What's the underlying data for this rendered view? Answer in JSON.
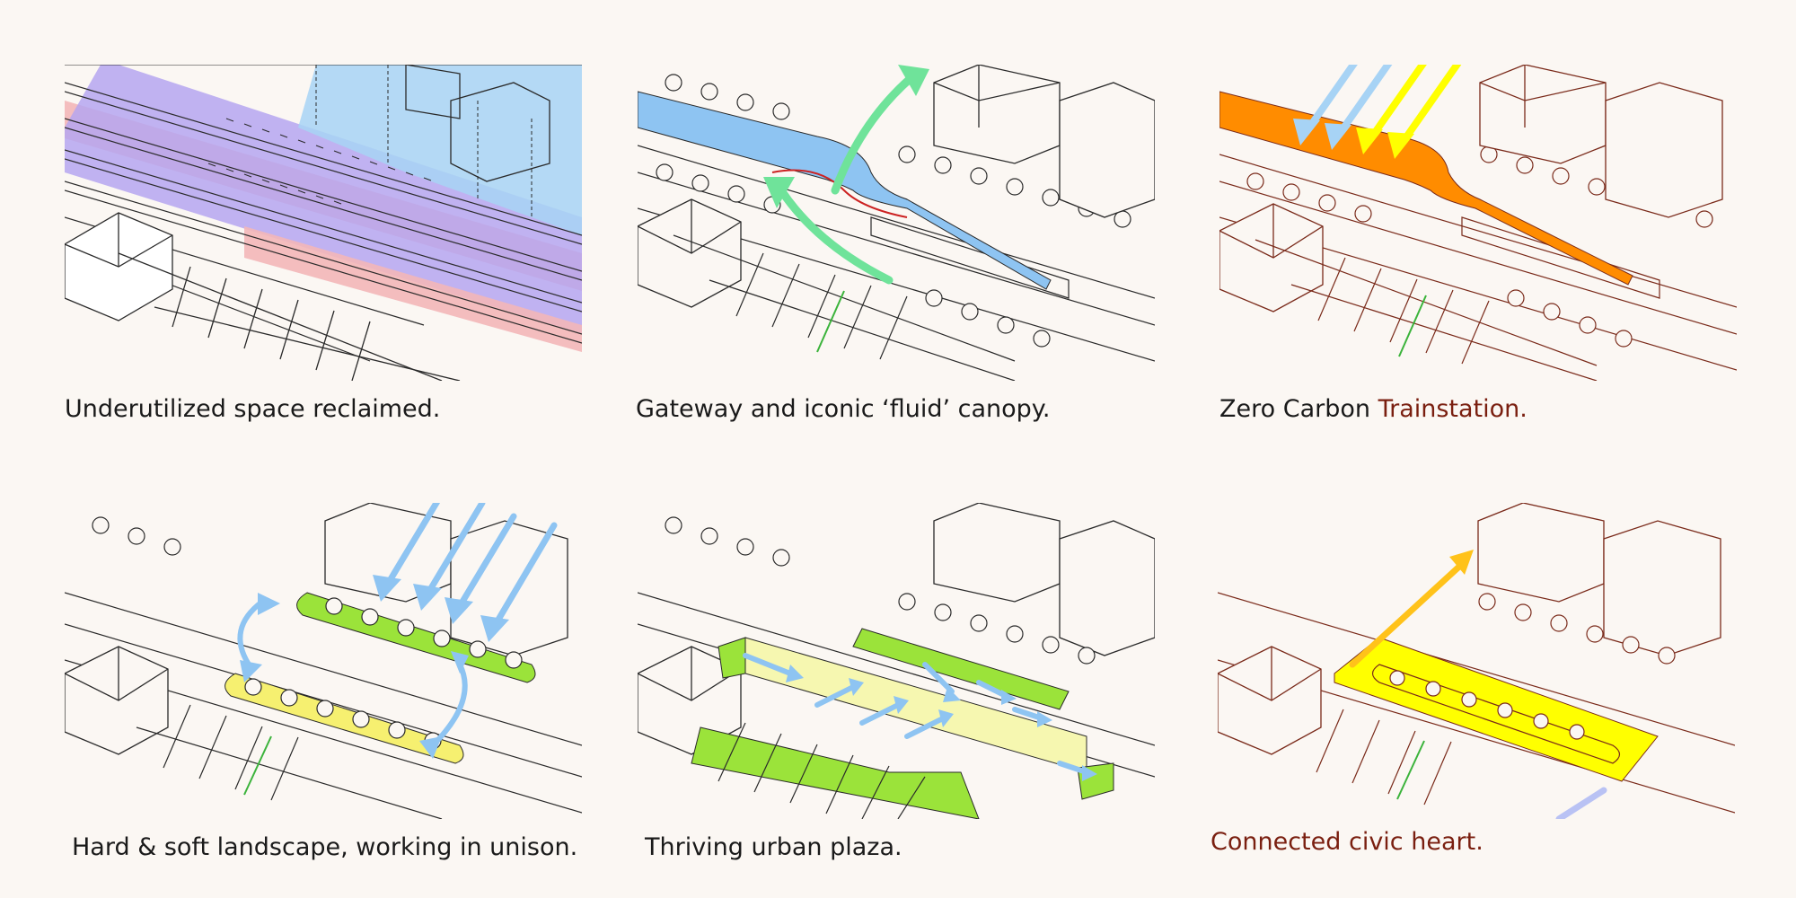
{
  "panels": [
    {
      "id": "p1",
      "caption": "Underutilized space reclaimed."
    },
    {
      "id": "p2",
      "caption": "Gateway and iconic ‘fluid’ canopy."
    },
    {
      "id": "p3",
      "caption_parts": [
        "Zero Carbon ",
        "Trainstation."
      ]
    },
    {
      "id": "p4",
      "caption": "Hard & soft landscape, working in unison."
    },
    {
      "id": "p5",
      "caption": "Thriving urban plaza."
    },
    {
      "id": "p6",
      "caption_parts": [
        "Connected civic ",
        "heart."
      ]
    }
  ],
  "colors": {
    "background": "#fbf7f3",
    "line": "#2a2a2a",
    "line_warm": "#7a2a1a",
    "purple": "#b5a6f0",
    "pink": "#f3b6b8",
    "sky": "#a7d3f5",
    "canopy_blue": "#8ec4f2",
    "arrow_green": "#6fe39a",
    "orange": "#ff8c00",
    "yellow": "#ffff00",
    "lime": "#9be33a",
    "pale_yellow": "#f6f7b0",
    "gold": "#ffc21a",
    "lavender": "#b9c2f4"
  }
}
